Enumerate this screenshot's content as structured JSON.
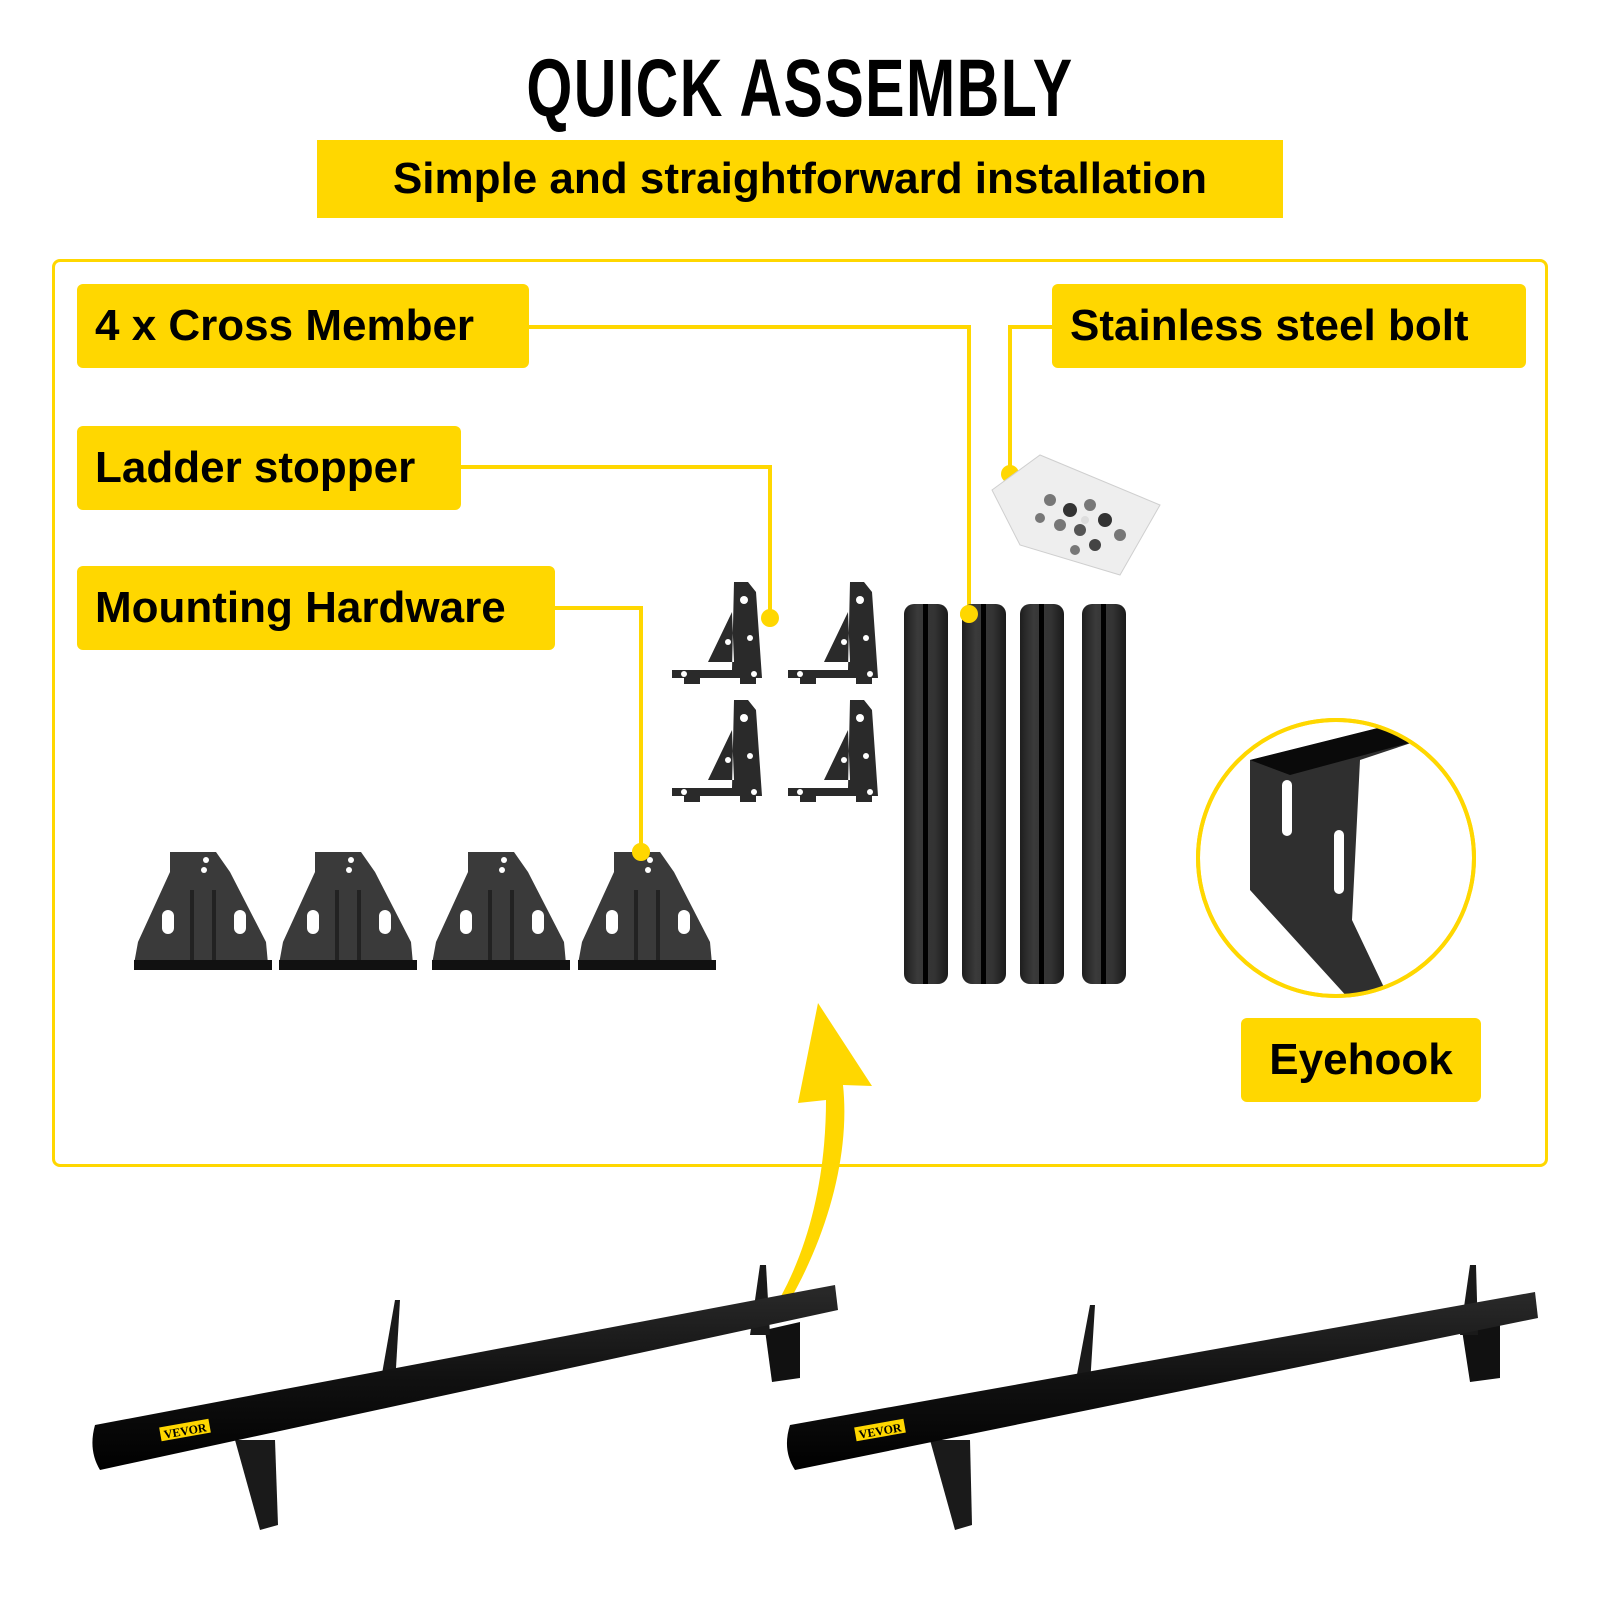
{
  "header": {
    "title": "QUICK ASSEMBLY",
    "subtitle": "Simple and straightforward installation"
  },
  "callouts": [
    {
      "id": "cross-member",
      "label": "4 x Cross Member"
    },
    {
      "id": "ladder-stopper",
      "label": "Ladder stopper"
    },
    {
      "id": "mounting-hardware",
      "label": "Mounting Hardware"
    },
    {
      "id": "stainless-bolt",
      "label": "Stainless steel bolt"
    },
    {
      "id": "eyehook",
      "label": "Eyehook"
    }
  ],
  "parts": {
    "ladder_stopper_count": 4,
    "cross_member_count": 4,
    "mounting_hardware_count": 4
  },
  "assembled": {
    "brand_tag": "VEVOR",
    "rack_count": 2
  },
  "colors": {
    "accent": "#FFD700",
    "part": "#2b2b2b",
    "text": "#000000"
  }
}
